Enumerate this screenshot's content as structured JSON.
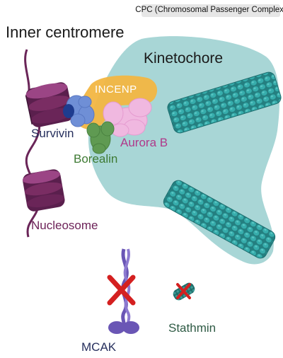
{
  "header": "CPC (Chromosomal Passenger Complex)",
  "labels": {
    "inner_centromere": "Inner centromere",
    "kinetochore": "Kinetochore",
    "incenp": "INCENP",
    "survivin": "Survivin",
    "aurora_b": "Aurora B",
    "borealin": "Borealin",
    "nucleosome": "Nucleosome",
    "mcak": "MCAK",
    "stathmin": "Stathmin"
  },
  "colors": {
    "kinetochore": "#a8d6d6",
    "microtubule": "#2c9a9a",
    "nucleosome": "#7a2d63",
    "incenp": "#f2b642",
    "survivin": "#6f8fd6",
    "survivin_dot": "#1e3c8f",
    "aurora_b": "#f0b8e0",
    "borealin": "#5f9a52",
    "mcak": "#6a56b5",
    "stathmin": "#2a7a78",
    "cross": "#d42020"
  }
}
